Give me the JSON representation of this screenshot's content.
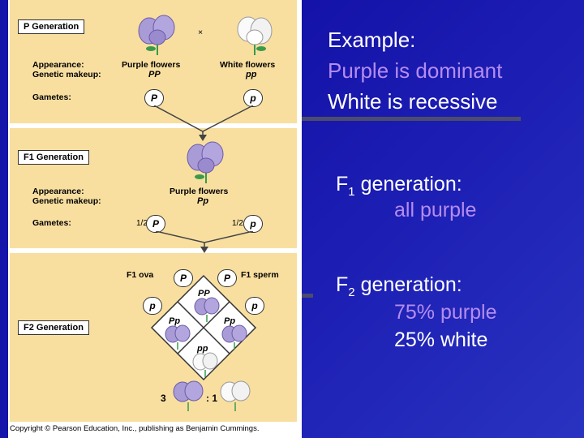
{
  "figure": {
    "p_generation_label": "P Generation",
    "cross_symbol": "×",
    "appearance_label": "Appearance:",
    "genetic_makeup_label": "Genetic makeup:",
    "gametes_label": "Gametes:",
    "p_left_appearance": "Purple flowers",
    "p_left_genotype": "PP",
    "p_right_appearance": "White flowers",
    "p_right_genotype": "pp",
    "p_gamete_left": "P",
    "p_gamete_right": "p",
    "f1_generation_label": "F1 Generation",
    "f1_appearance": "Purple flowers",
    "f1_genotype": "Pp",
    "f1_gamete_frac_left": "1/2",
    "f1_gamete_frac_right": "1/2",
    "f1_gamete_left": "P",
    "f1_gamete_right": "p",
    "f2_generation_label": "F2 Generation",
    "f1_ova_label": "F1 ova",
    "f1_sperm_label": "F1 sperm",
    "ova_top": "P",
    "sperm_top": "P",
    "ova_bottom": "p",
    "sperm_bottom": "p",
    "cell_top": "PP",
    "cell_left": "Pp",
    "cell_right": "Pp",
    "cell_bottom": "pp",
    "ratio_left": "3",
    "ratio_right": ": 1",
    "copyright": "Copyright © Pearson Education, Inc., publishing as Benjamin Cummings."
  },
  "text": {
    "example_label": "Example:",
    "dominant": "Purple is dominant",
    "recessive": "White is recessive",
    "f1_prefix": "F",
    "f1_sub": "1",
    "f1_suffix": " generation:",
    "f1_result": "all purple",
    "f2_prefix": "F",
    "f2_sub": "2",
    "f2_suffix": " generation:",
    "f2_result1": "75% purple",
    "f2_result2": "25% white"
  },
  "colors": {
    "background": "#1d1fb4",
    "purple_text": "#b58cf0",
    "figure_bg": "#f8dfa0",
    "purple_flower": "#a99bd6",
    "white_flower": "#f5f5f5",
    "leaf": "#3a9a4a"
  }
}
